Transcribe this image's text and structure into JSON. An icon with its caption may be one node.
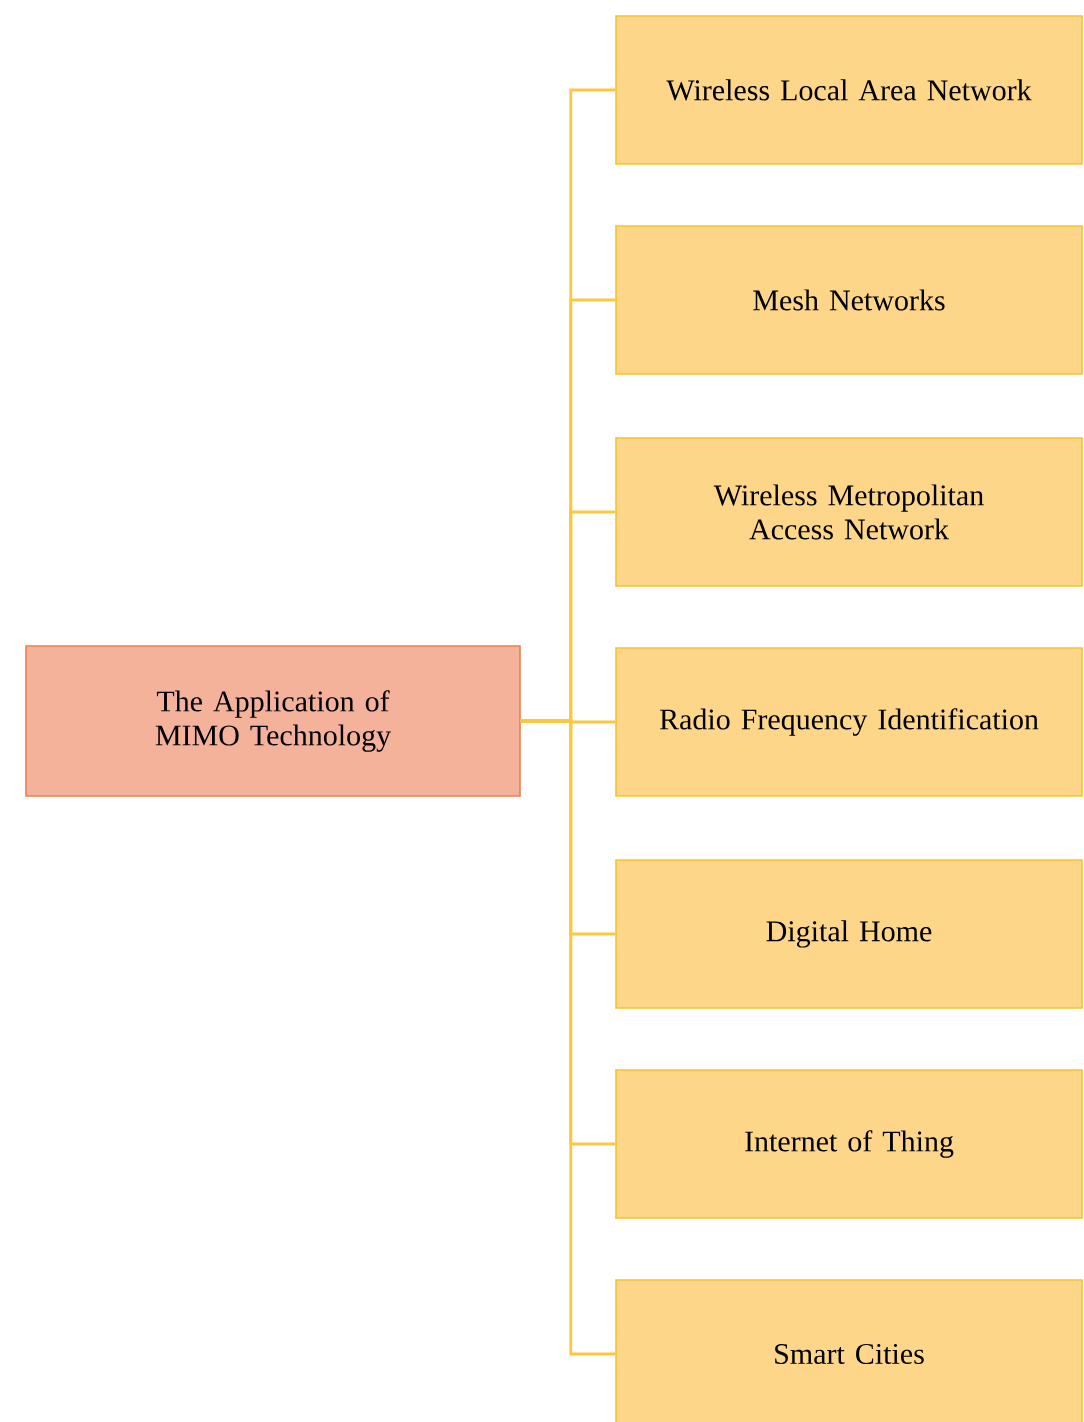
{
  "diagram": {
    "nodes": [
      {
        "text": [
          "The Application of MIMO Technology"
        ]
      },
      {
        "text": [
          "Wireless Local Area Network"
        ]
      },
      {
        "text": [
          "Mesh Networks"
        ]
      },
      {
        "text": [
          "Wireless Metropolitan Access Network"
        ]
      },
      {
        "text": [
          "Radio Frequency Identification"
        ]
      },
      {
        "text": [
          "Digital Home"
        ]
      },
      {
        "text": [
          "Internet of Thing"
        ]
      },
      {
        "text": [
          "Smart Cities"
        ]
      }
    ],
    "edges": [
      {
        "from": 0,
        "to": 1,
        "arrow": "none"
      },
      {
        "from": 0,
        "to": 2,
        "arrow": "none"
      },
      {
        "from": 0,
        "to": 3,
        "arrow": "none"
      },
      {
        "from": 0,
        "to": 4,
        "arrow": "none"
      },
      {
        "from": 0,
        "to": 5,
        "arrow": "none"
      },
      {
        "from": 0,
        "to": 6,
        "arrow": "none"
      },
      {
        "from": 0,
        "to": 7,
        "arrow": "none"
      }
    ]
  }
}
